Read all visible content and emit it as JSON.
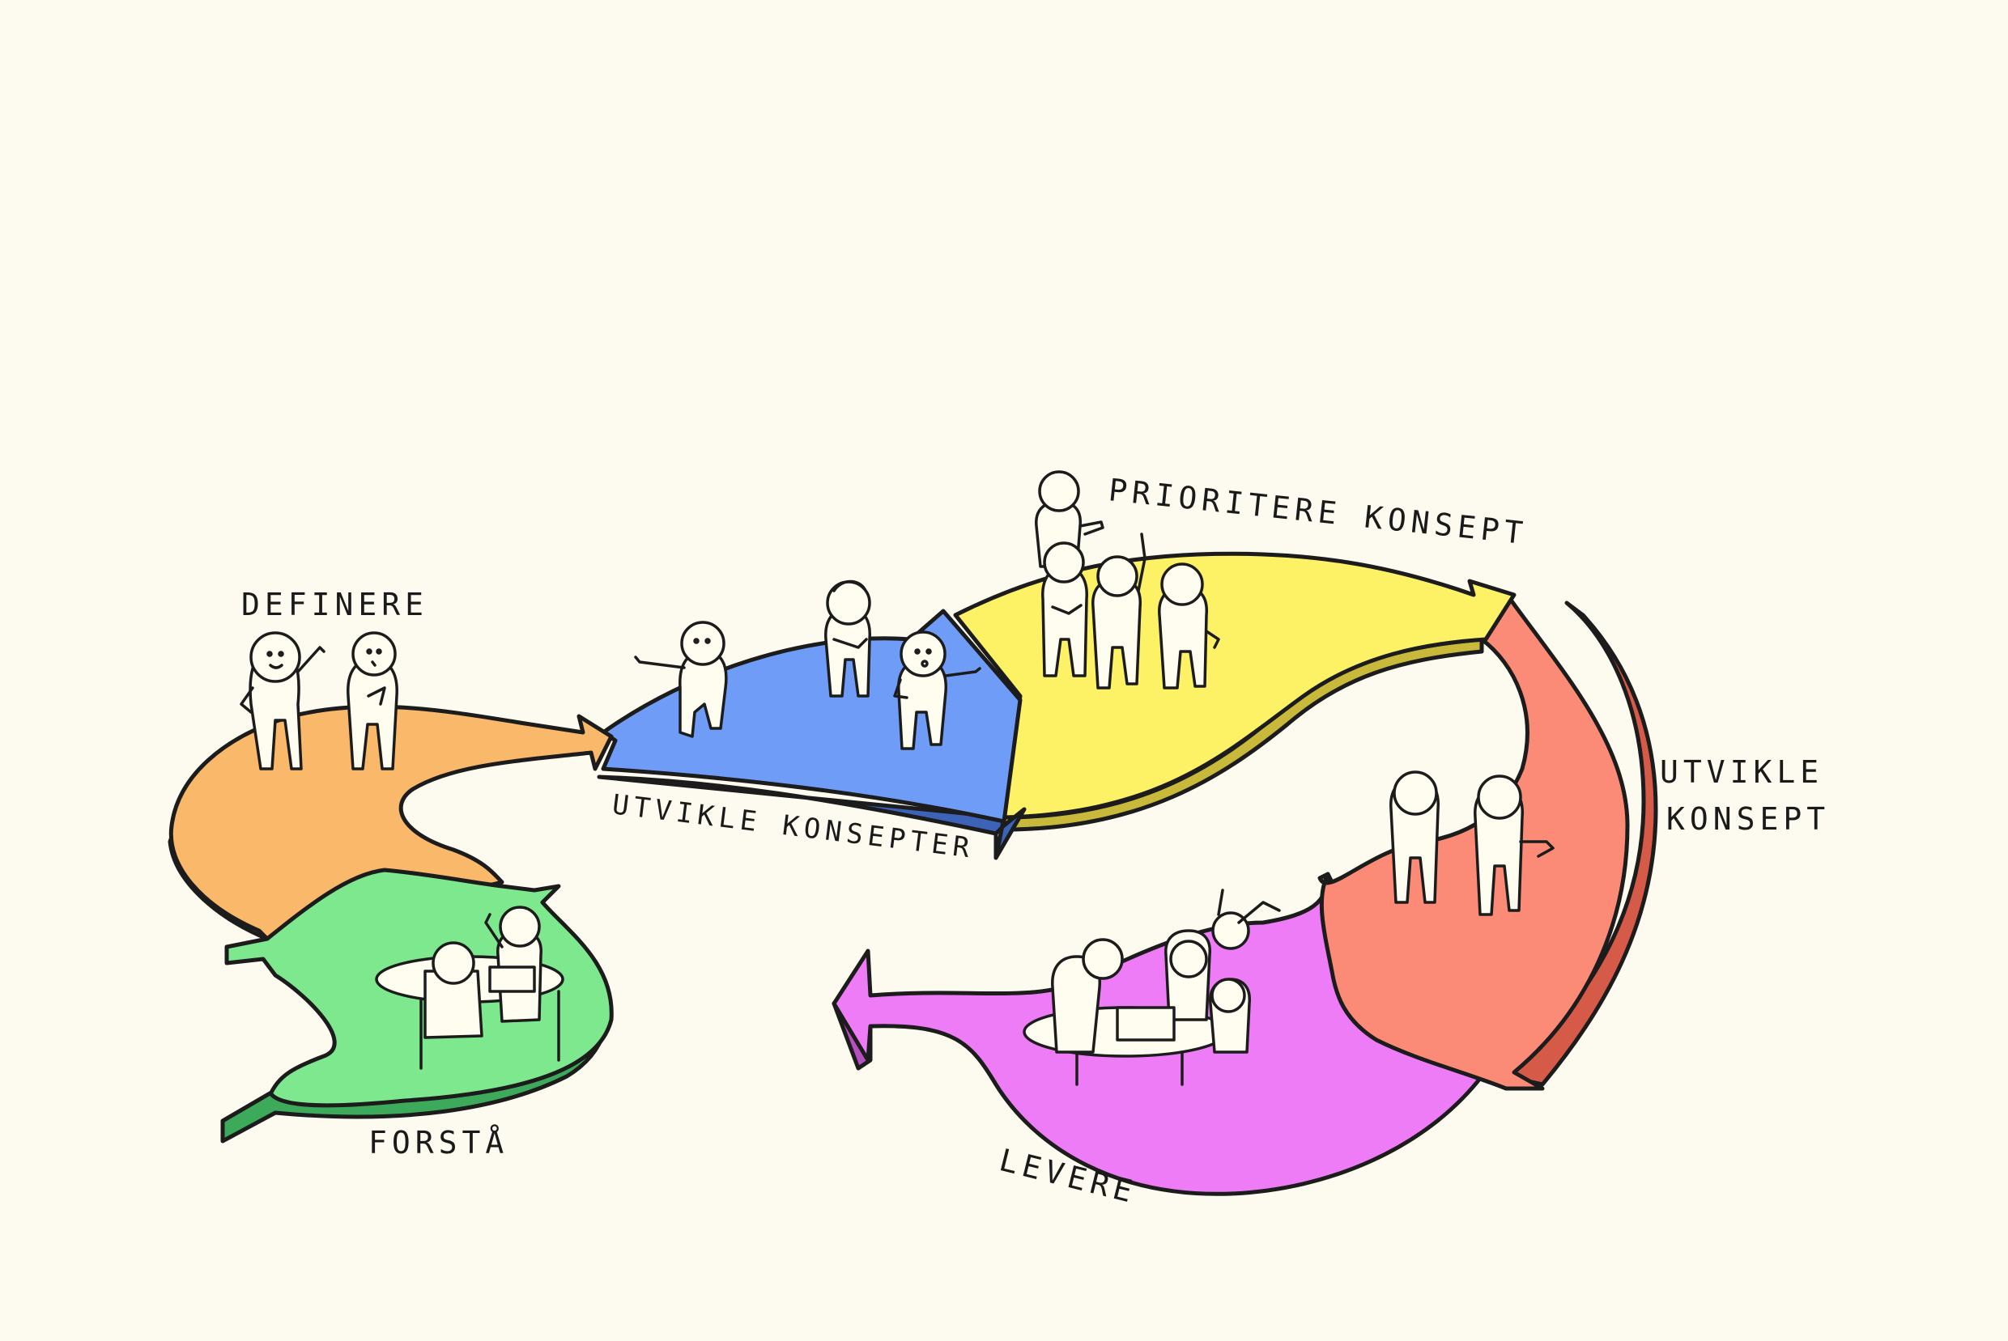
{
  "colors": {
    "background": "#fdfbef",
    "forsta": "#7ee88f",
    "definere": "#f9b86a",
    "utvikle_konsepter": "#6f9cf7",
    "prioritere_konsept": "#fdf165",
    "utvikle_konsept": "#fb8b77",
    "levere": "#ef7cf7"
  },
  "stages": {
    "forsta": "FORSTÅ",
    "definere": "DEFINERE",
    "utvikle_konsepter": "UTVIKLE KONSEPTER",
    "prioritere_konsept": "PRIORITERE KONSEPT",
    "utvikle_konsept_line1": "UTVIKLE",
    "utvikle_konsept_line2": "KONSEPT",
    "levere": "LEVERE"
  }
}
